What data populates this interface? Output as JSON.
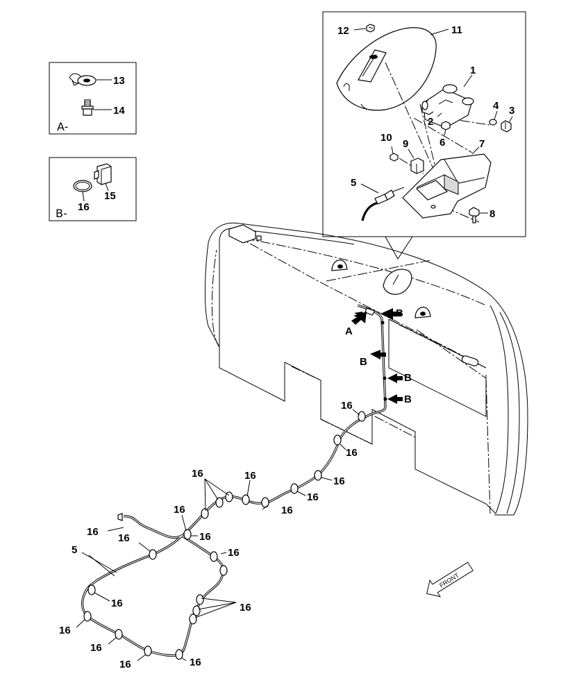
{
  "detail_views": {
    "view_a": {
      "label": "A-",
      "parts": {
        "washer": "13",
        "bolt": "14"
      }
    },
    "view_b": {
      "label": "B-",
      "parts": {
        "clip": "15",
        "band": "16"
      }
    }
  },
  "inset_parts": {
    "p1": "1",
    "p2": "2",
    "p3": "3",
    "p4": "4",
    "p5": "5",
    "p6": "6",
    "p7": "7",
    "p8": "8",
    "p9": "9",
    "p10": "10",
    "p11": "11",
    "p12": "12"
  },
  "main_markers": {
    "a": "A",
    "b1": "B",
    "b2": "B",
    "b3": "B",
    "b4": "B"
  },
  "harness": {
    "harness_label": "5",
    "clamp_label": "16"
  },
  "direction_arrow": {
    "text": "FRONT"
  }
}
